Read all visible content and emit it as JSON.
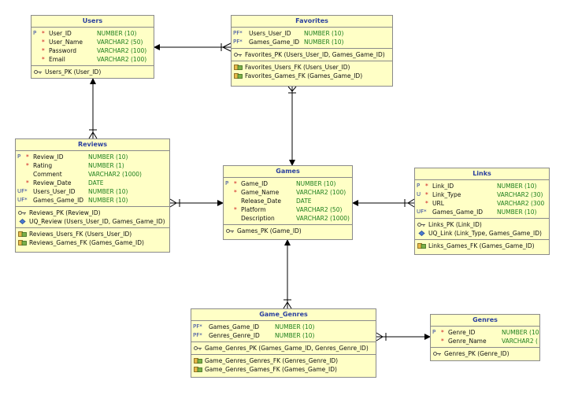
{
  "tables": {
    "users": {
      "title": "Users",
      "columns": [
        {
          "key": "P",
          "req": "*",
          "name": "User_ID",
          "type": "NUMBER (10)"
        },
        {
          "key": "",
          "req": "*",
          "name": "User_Name",
          "type": "VARCHAR2 (50)"
        },
        {
          "key": "",
          "req": "*",
          "name": "Password",
          "type": "VARCHAR2 (100)"
        },
        {
          "key": "",
          "req": "*",
          "name": "Email",
          "type": "VARCHAR2 (100)"
        }
      ],
      "pks": [
        "Users_PK (User_ID)"
      ],
      "fks": []
    },
    "favorites": {
      "title": "Favorites",
      "columns": [
        {
          "key": "PF*",
          "req": "",
          "name": "Users_User_ID",
          "type": "NUMBER (10)"
        },
        {
          "key": "PF*",
          "req": "",
          "name": "Games_Game_ID",
          "type": "NUMBER (10)"
        }
      ],
      "pks": [
        "Favorites_PK (Users_User_ID, Games_Game_ID)"
      ],
      "fks": [
        "Favorites_Users_FK (Users_User_ID)",
        "Favorites_Games_FK (Games_Game_ID)"
      ]
    },
    "reviews": {
      "title": "Reviews",
      "columns": [
        {
          "key": "P",
          "req": "*",
          "name": "Review_ID",
          "type": "NUMBER (10)"
        },
        {
          "key": "",
          "req": "*",
          "name": "Rating",
          "type": "NUMBER (1)"
        },
        {
          "key": "",
          "req": "",
          "name": "Comment",
          "type": "VARCHAR2 (1000)"
        },
        {
          "key": "",
          "req": "*",
          "name": "Review_Date",
          "type": "DATE"
        },
        {
          "key": "UF*",
          "req": "",
          "name": "Users_User_ID",
          "type": "NUMBER (10)"
        },
        {
          "key": "UF*",
          "req": "",
          "name": "Games_Game_ID",
          "type": "NUMBER (10)"
        }
      ],
      "pks": [
        "Reviews_PK (Review_ID)"
      ],
      "uqs": [
        "UQ_Review (Users_User_ID, Games_Game_ID)"
      ],
      "fks": [
        "Reviews_Users_FK (Users_User_ID)",
        "Reviews_Games_FK (Games_Game_ID)"
      ]
    },
    "games": {
      "title": "Games",
      "columns": [
        {
          "key": "P",
          "req": "*",
          "name": "Game_ID",
          "type": "NUMBER (10)"
        },
        {
          "key": "",
          "req": "*",
          "name": "Game_Name",
          "type": "VARCHAR2 (100)"
        },
        {
          "key": "",
          "req": "",
          "name": "Release_Date",
          "type": "DATE"
        },
        {
          "key": "",
          "req": "*",
          "name": "Platform",
          "type": "VARCHAR2 (50)"
        },
        {
          "key": "",
          "req": "",
          "name": "Description",
          "type": "VARCHAR2 (1000)"
        }
      ],
      "pks": [
        "Games_PK (Game_ID)"
      ],
      "fks": []
    },
    "links": {
      "title": "Links",
      "columns": [
        {
          "key": "P",
          "req": "*",
          "name": "Link_ID",
          "type": "NUMBER (10)"
        },
        {
          "key": "U",
          "req": "*",
          "name": "Link_Type",
          "type": "VARCHAR2 (30)"
        },
        {
          "key": "",
          "req": "*",
          "name": "URL",
          "type": "VARCHAR2 (300"
        },
        {
          "key": "UF*",
          "req": "",
          "name": "Games_Game_ID",
          "type": "NUMBER (10)"
        }
      ],
      "pks": [
        "Links_PK (Link_ID)"
      ],
      "uqs": [
        "UQ_Link (Link_Type, Games_Game_ID)"
      ],
      "fks": [
        "Links_Games_FK (Games_Game_ID)"
      ]
    },
    "game_genres": {
      "title": "Game_Genres",
      "columns": [
        {
          "key": "PF*",
          "req": "",
          "name": "Games_Game_ID",
          "type": "NUMBER (10)"
        },
        {
          "key": "PF*",
          "req": "",
          "name": "Genres_Genre_ID",
          "type": "NUMBER (10)"
        }
      ],
      "pks": [
        "Game_Genres_PK (Games_Game_ID, Genres_Genre_ID)"
      ],
      "fks": [
        "Game_Genres_Genres_FK (Genres_Genre_ID)",
        "Game_Genres_Games_FK (Games_Game_ID)"
      ]
    },
    "genres": {
      "title": "Genres",
      "columns": [
        {
          "key": "P",
          "req": "*",
          "name": "Genre_ID",
          "type": "NUMBER (10"
        },
        {
          "key": "",
          "req": "*",
          "name": "Genre_Name",
          "type": "VARCHAR2 ("
        }
      ],
      "pks": [
        "Genres_PK (Genre_ID)"
      ],
      "fks": []
    }
  },
  "colors": {
    "table_fill": "#ffffc6",
    "border": "#8a8a8a",
    "title_text": "#2a3f9f",
    "type_text": "#1d7f1d",
    "required_marker": "#d02020",
    "connector": "#000000"
  }
}
